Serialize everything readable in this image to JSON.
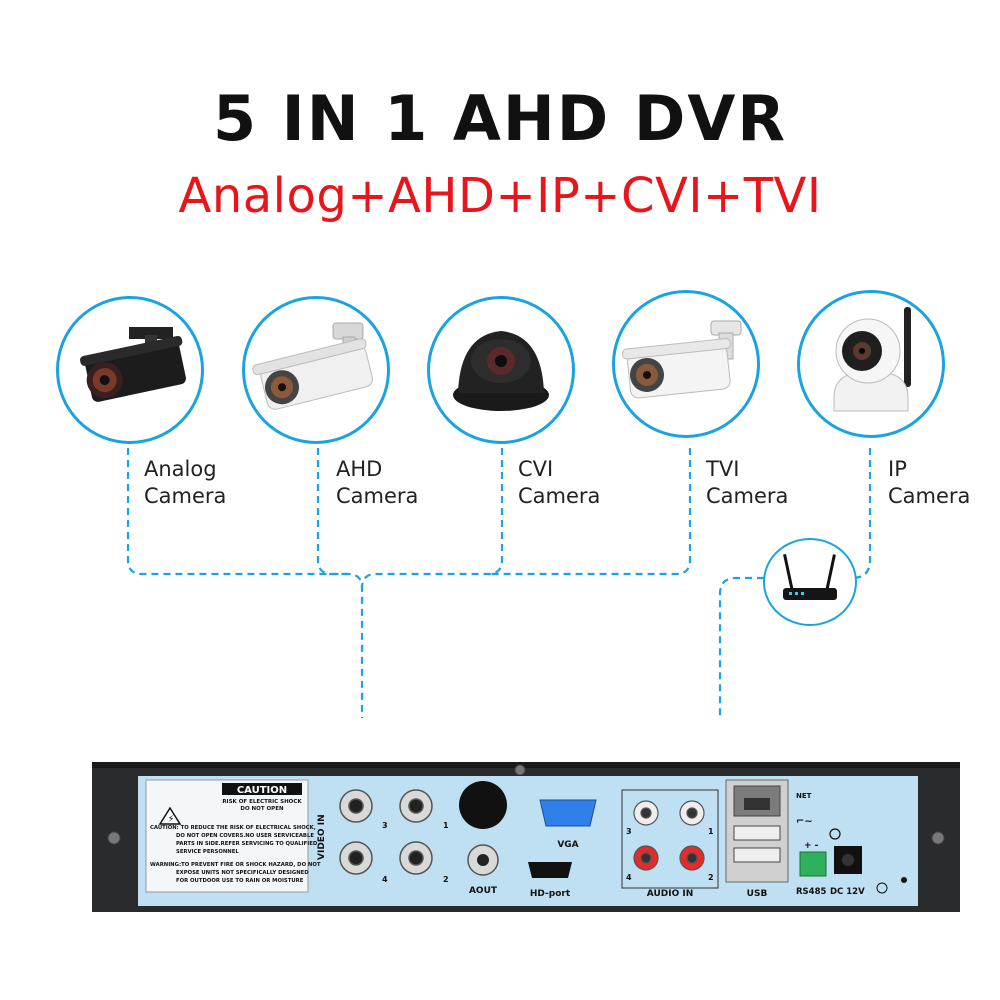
{
  "header": {
    "title": "5 IN 1 AHD DVR",
    "subtitle": "Analog+AHD+IP+CVI+TVI"
  },
  "cameras": [
    {
      "line1": "Analog",
      "line2": "Camera"
    },
    {
      "line1": "AHD",
      "line2": "Camera"
    },
    {
      "line1": "CVI",
      "line2": "Camera"
    },
    {
      "line1": "TVI",
      "line2": "Camera"
    },
    {
      "line1": "IP",
      "line2": "Camera"
    }
  ],
  "dvr_panel": {
    "caution_title": "CAUTION",
    "caution_sub1": "RISK OF ELECTRIC SHOCK",
    "caution_sub2": "DO NOT OPEN",
    "caution_text": [
      "CAUTION: TO REDUCE THE RISK OF ELECTRICAL SHOCK,",
      "DO NOT OPEN COVERS.NO USER SERVICEABLE",
      "PARTS IN SIDE.REFER SERVICING TO QUALIFIED",
      "SERVICE PERSONNEL"
    ],
    "warning_text": [
      "WARNING:TO PREVENT FIRE OR SHOCK HAZARD, DO NOT",
      "EXPOSE UNITS NOT SPECIFICALLY DESIGNED",
      "FOR OUTDOOR USE TO RAIN OR MOISTURE"
    ],
    "video_in_label": "VIDEO IN",
    "video_numbers": [
      "3",
      "1",
      "4",
      "2"
    ],
    "aout_label": "AOUT",
    "vga_label": "VGA",
    "hdport_label": "HD-port",
    "audio_in_label": "AUDIO IN",
    "audio_numbers": [
      "3",
      "1",
      "4",
      "2"
    ],
    "net_label": "NET",
    "usb_label": "USB",
    "rs485_label": "RS485",
    "dc_label": "DC 12V",
    "rs485_pins": "+ -"
  },
  "colors": {
    "accent_blue": "#1aa3e0",
    "subtitle_red": "#e8151b",
    "panel_blue": "#bfdff2",
    "chassis": "#2a2b2d"
  }
}
